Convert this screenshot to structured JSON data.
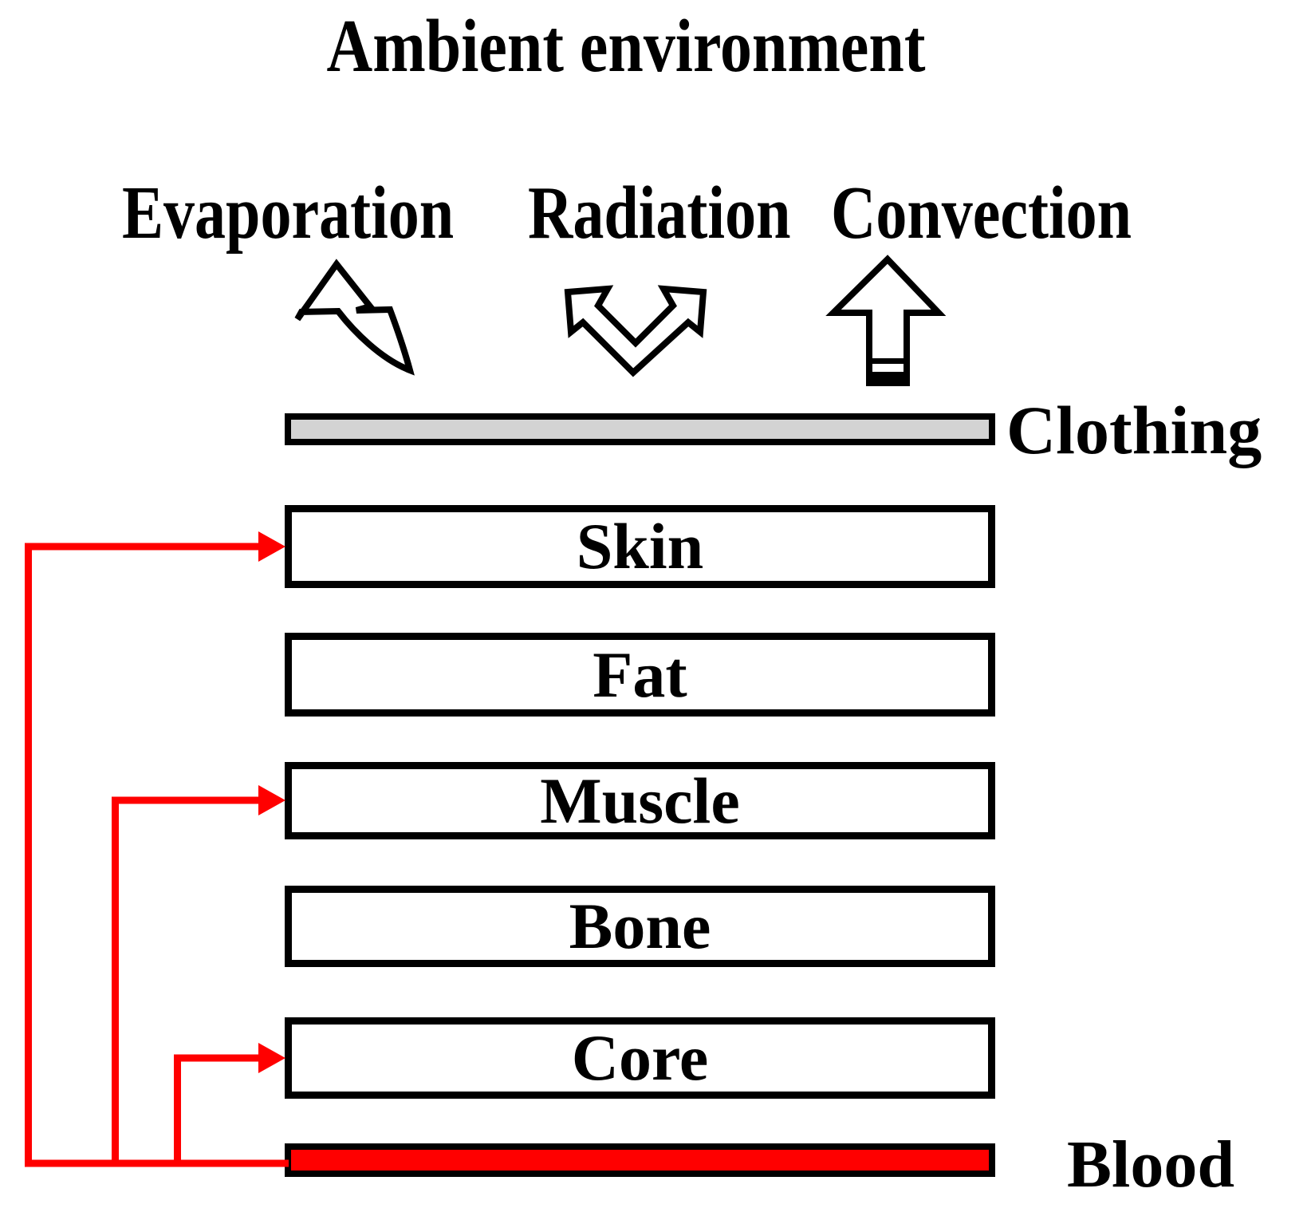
{
  "title": "Ambient environment",
  "heat_transfer": {
    "evaporation": "Evaporation",
    "radiation": "Radiation",
    "convection": "Convection"
  },
  "clothing": {
    "label": "Clothing"
  },
  "layers": [
    {
      "label": "Skin"
    },
    {
      "label": "Fat"
    },
    {
      "label": "Muscle"
    },
    {
      "label": "Bone"
    },
    {
      "label": "Core"
    }
  ],
  "blood": {
    "label": "Blood",
    "connects_to": [
      "Skin",
      "Muscle",
      "Core"
    ]
  },
  "icons": {
    "evaporation": "curved-up-left-arrow",
    "radiation": "forked-double-head-arrow",
    "convection": "straight-up-arrow",
    "blood_flow": "red-elbow-arrows"
  },
  "colors": {
    "blood_red": "#ff0000",
    "clothing_gray": "#d3d3d3",
    "outline_black": "#000000",
    "background": "#ffffff"
  }
}
